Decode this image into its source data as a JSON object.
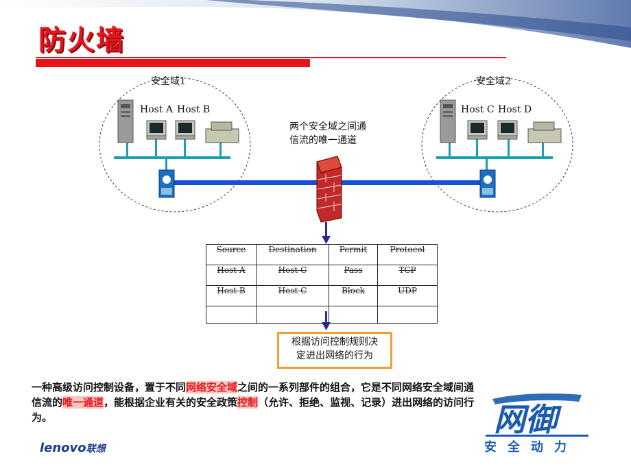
{
  "slide": {
    "title": "防火墙",
    "zone1_label": "安全域1",
    "zone2_label": "安全域2",
    "host_a": "Host A",
    "host_b": "Host B",
    "host_c": "Host C",
    "host_d": "Host D",
    "firewall_note_line1": "两个安全域之间通",
    "firewall_note_line2": "信流的唯一通道",
    "rule_box_line1": "根据访问控制规则决",
    "rule_box_line2": "定进出网络的行为",
    "brand_logo_text": "网御",
    "brand_tagline": "安全动力",
    "lenovo_logo": "lenovo",
    "lenovo_cn": "联想"
  },
  "acl_table": {
    "headers": [
      "Source",
      "Destination",
      "Permit",
      "Protocol"
    ],
    "rows": [
      [
        "Host A",
        "Host C",
        "Pass",
        "TCP"
      ],
      [
        "Host B",
        "Host C",
        "Block",
        "UDP"
      ]
    ]
  },
  "description": {
    "p1": "一种高级访问控制设备，置于不同",
    "hl1": "网络安全域",
    "p2": "之间的一系列部件的组合，它是不同网络安全域间通信流的",
    "hl2": "唯一通道",
    "p3": "，能根据企业有关的安全政策",
    "hl3": "控制",
    "p4": "（允许、拒绝、监视、记录）进出网络的访问行为。"
  },
  "colors": {
    "accent_red": "#e8141c",
    "network_blue": "#1a4fd0",
    "lan_teal": "#1aa0b0",
    "rule_border": "#f0a030",
    "brand_blue": "#1a5bb0"
  }
}
